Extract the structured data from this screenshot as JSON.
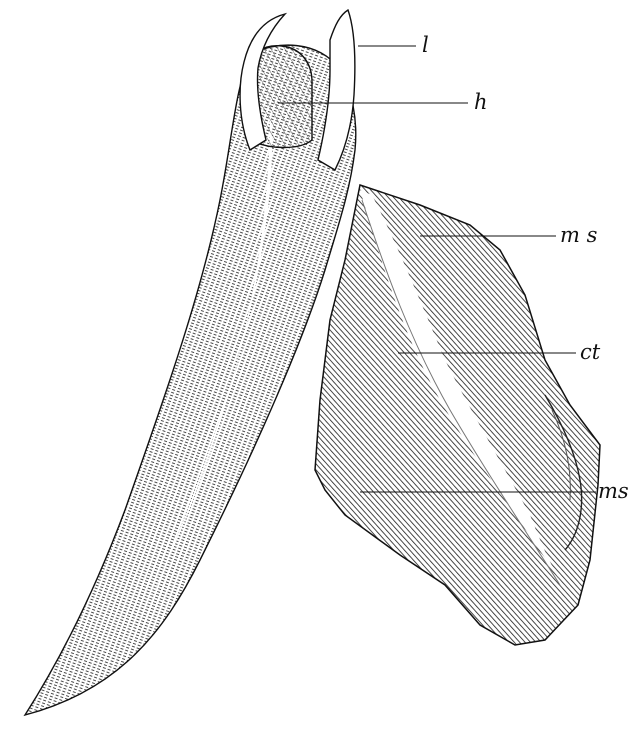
{
  "figure": {
    "labels": {
      "l": "l",
      "h": "h",
      "ms_upper": "m s",
      "ct": "ct",
      "ms_lower": "ms"
    }
  }
}
